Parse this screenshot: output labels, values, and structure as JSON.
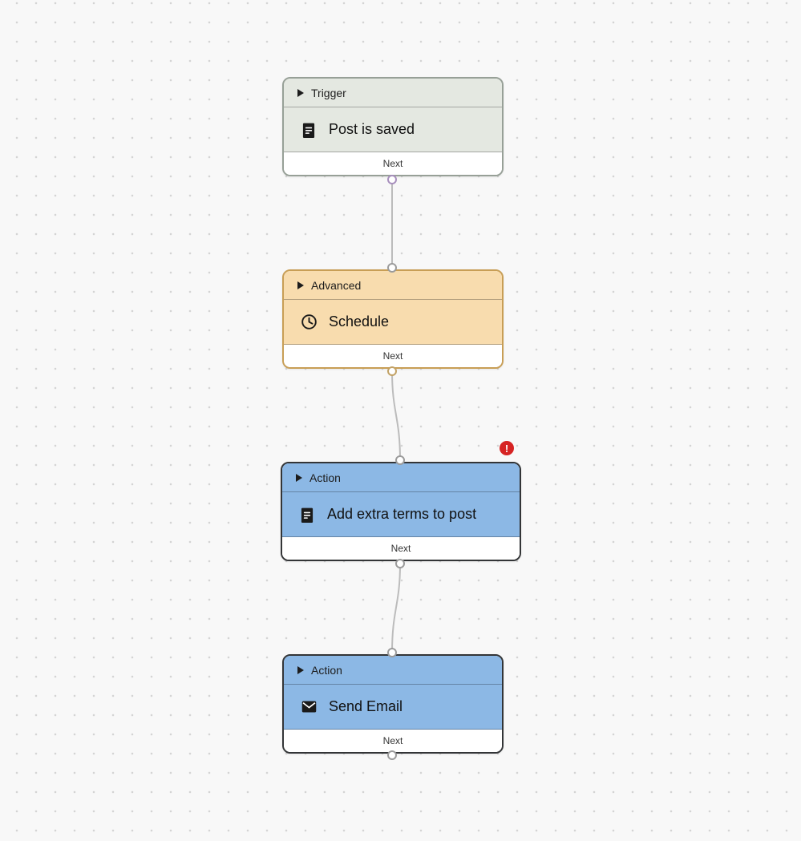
{
  "canvas": {
    "background": "#f8f8f8",
    "dot_color": "#d4d4d4"
  },
  "nodes": [
    {
      "id": "trigger",
      "type_label": "Trigger",
      "title": "Post is saved",
      "icon": "document-icon",
      "footer_label": "Next",
      "colors": {
        "bg": "#e4e8e1",
        "border": "#97a097"
      }
    },
    {
      "id": "advanced",
      "type_label": "Advanced",
      "title": "Schedule",
      "icon": "clock-icon",
      "footer_label": "Next",
      "colors": {
        "bg": "#f8dcae",
        "border": "#c89e55"
      }
    },
    {
      "id": "action-1",
      "type_label": "Action",
      "title": "Add extra terms to post",
      "icon": "document-icon",
      "footer_label": "Next",
      "has_error": true,
      "error_icon": "!",
      "error_color": "#d62323",
      "colors": {
        "bg": "#8cb8e5",
        "border": "#333537"
      }
    },
    {
      "id": "action-2",
      "type_label": "Action",
      "title": "Send Email",
      "icon": "mail-icon",
      "footer_label": "Next",
      "colors": {
        "bg": "#8cb8e5",
        "border": "#333537"
      }
    }
  ],
  "connections": [
    {
      "from": "trigger",
      "to": "advanced"
    },
    {
      "from": "advanced",
      "to": "action-1"
    },
    {
      "from": "action-1",
      "to": "action-2"
    }
  ]
}
